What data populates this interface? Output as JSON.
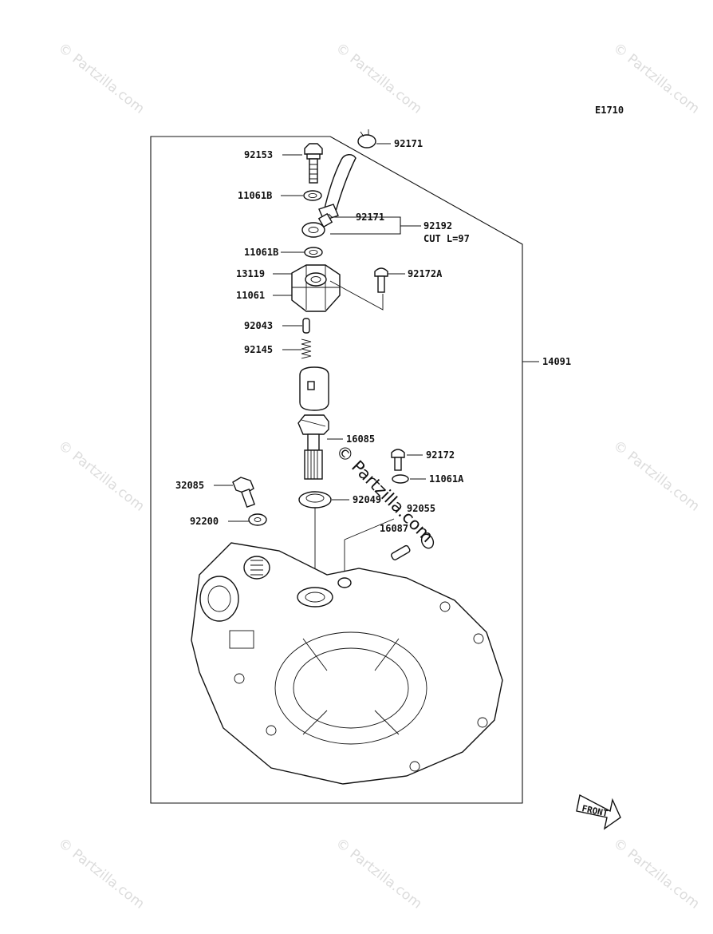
{
  "diagram_code": "E1710",
  "callouts": {
    "c92171a": "92171",
    "c92153": "92153",
    "c11061b_1": "11061B",
    "c92171b": "92171",
    "c92192": "92192",
    "cut_length": "CUT L=97",
    "c11061b_2": "11061B",
    "c13119": "13119",
    "c11061": "11061",
    "c92172a": "92172A",
    "c92043": "92043",
    "c92145": "92145",
    "c14091": "14091",
    "c16085": "16085",
    "c92172": "92172",
    "c11061a": "11061A",
    "c32085": "32085",
    "c92049": "92049",
    "c92055": "92055",
    "c92200": "92200",
    "c16087": "16087"
  },
  "front_label": "FRONT",
  "watermark": {
    "main": "© Partzilla.com",
    "tile": "© Partzilla.com"
  },
  "icons": [
    "front-arrow-icon"
  ]
}
